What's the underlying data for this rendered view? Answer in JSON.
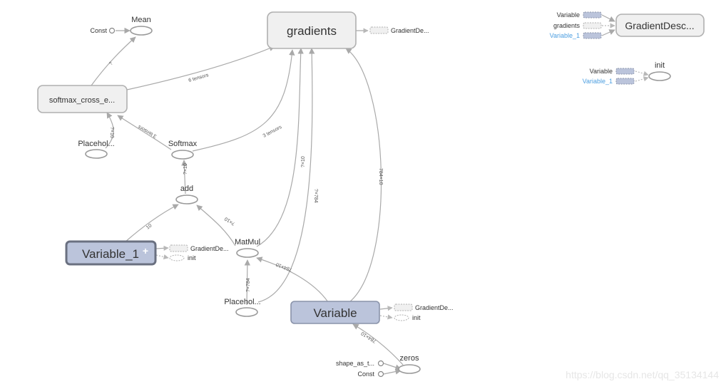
{
  "nodes": {
    "gradients": "gradients",
    "mean": "Mean",
    "const": "Const",
    "softmax_ce": "softmax_cross_e...",
    "placeholder_top": "Placehol...",
    "softmax": "Softmax",
    "add": "add",
    "variable_1": "Variable_1",
    "matmul": "MatMul",
    "placeholder_bottom": "Placehol...",
    "variable": "Variable",
    "zeros": "zeros",
    "shape_as_t": "shape_as_t...",
    "const_zeros": "Const",
    "gradient_descent_right": "GradientDesc...",
    "init_right": "init"
  },
  "aux": {
    "gradients_out": "GradientDe...",
    "var1_gd": "GradientDe...",
    "var1_init": "init",
    "var_gd": "GradientDe...",
    "var_init": "init"
  },
  "right_panel": {
    "gd_inputs": [
      "Variable",
      "gradients",
      "Variable_1"
    ],
    "init_inputs": [
      "Variable",
      "Variable_1"
    ]
  },
  "edge_labels": {
    "softmax_to_gradients": "3 tensors",
    "softmax_ce_to_gradients": "6 tensors",
    "softmax_to_softmax_ce": "3 tensors",
    "softmax_ce_to_mean": "?",
    "placeholder_to_softmax_ce": "?×10",
    "add_to_softmax": "?×10",
    "variable_1_to_add": "10",
    "matmul_to_add": "?×10",
    "matmul_to_gradients": "?×10",
    "placeholder_to_gradients": "?×784",
    "variable_to_gradients": "784×10",
    "placeholder_to_matmul": "?×784",
    "variable_to_matmul": "784×10",
    "zeros_to_variable": "784×10"
  },
  "colors": {
    "variable_fill": "#bbc4db",
    "metanode_fill": "#f0f0f0",
    "edge": "#a9a9a9",
    "highlight_text": "#4c9ee0"
  },
  "watermark": "https://blog.csdn.net/qq_35134144"
}
